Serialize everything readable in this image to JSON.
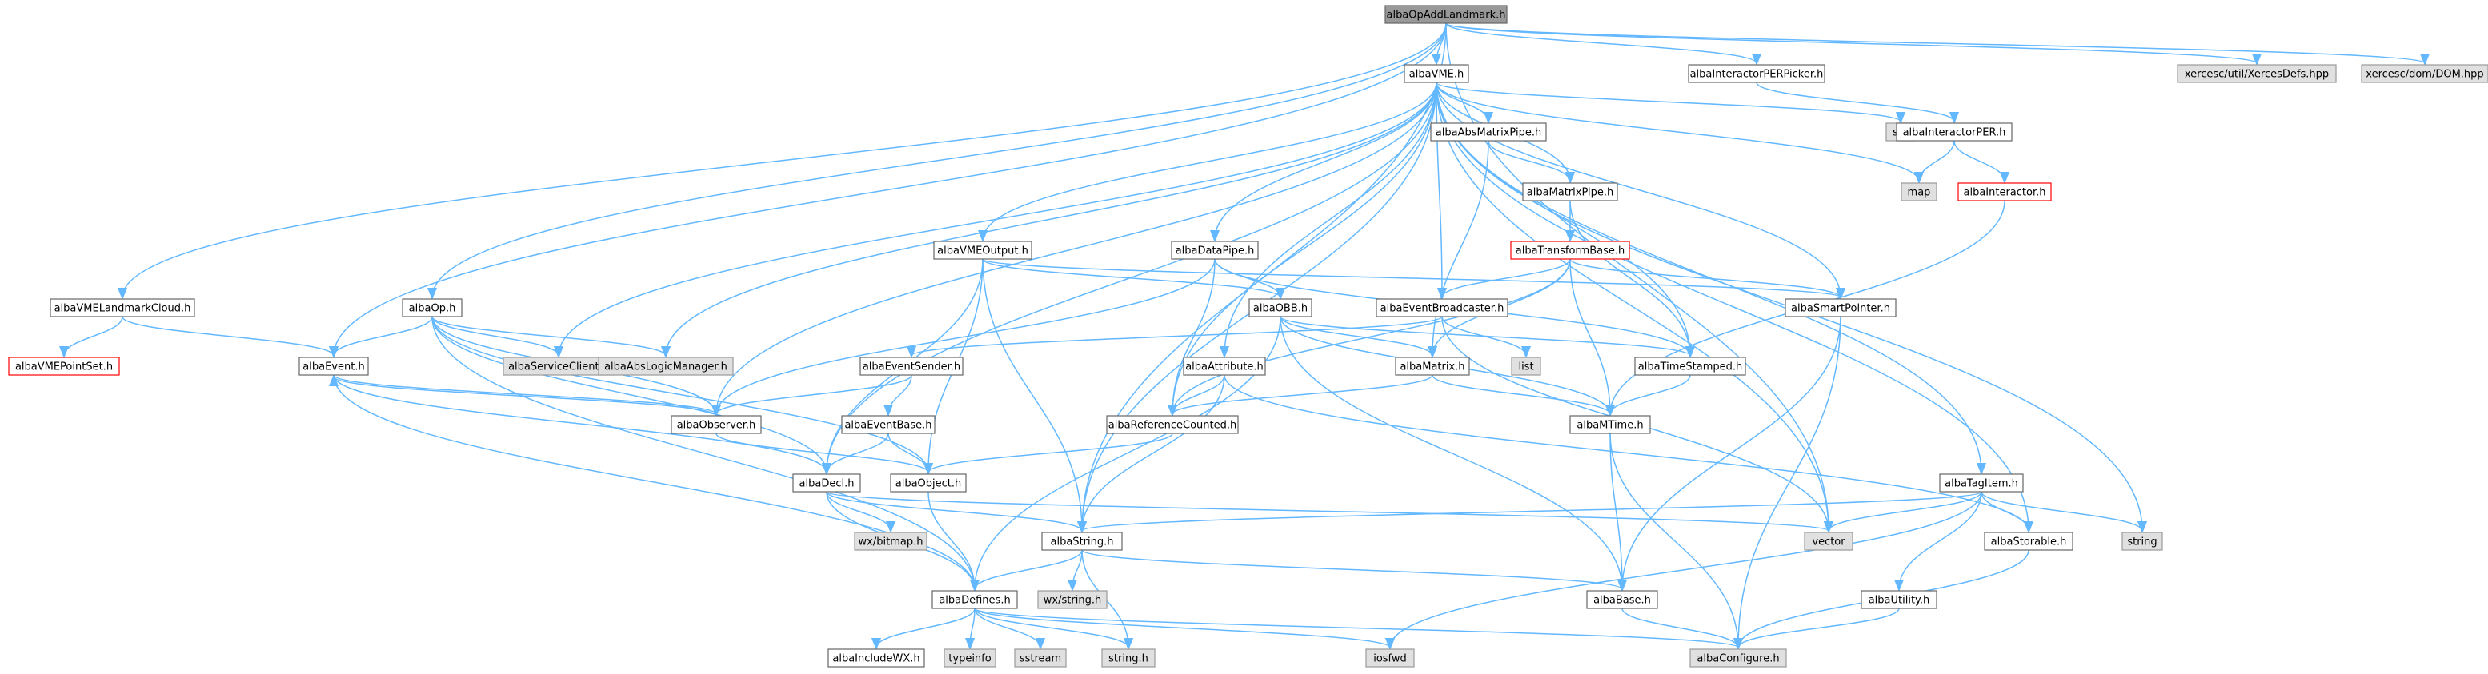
{
  "colors": {
    "edge": "#63b8ff",
    "node_fill": "#ffffff",
    "node_border": "#666666",
    "external_fill": "#e0e0e0",
    "external_border": "#999999",
    "root_fill": "#999999",
    "root_border": "#666666",
    "truncated_border": "#ff0000",
    "text": "#000000"
  },
  "nodes": [
    {
      "id": "albaOpAddLandmark",
      "label": "albaOpAddLandmark.h",
      "kind": "root"
    },
    {
      "id": "albaVME",
      "label": "albaVME.h",
      "kind": "normal"
    },
    {
      "id": "albaInteractorPERPicker",
      "label": "albaInteractorPERPicker.h",
      "kind": "normal"
    },
    {
      "id": "xercesUtil",
      "label": "xercesc/util/XercesDefs.hpp",
      "kind": "external"
    },
    {
      "id": "xercesDom",
      "label": "xercesc/dom/DOM.hpp",
      "kind": "external"
    },
    {
      "id": "albaAbsMatrixPipe",
      "label": "albaAbsMatrixPipe.h",
      "kind": "normal"
    },
    {
      "id": "set",
      "label": "set",
      "kind": "external"
    },
    {
      "id": "albaInteractorPER",
      "label": "albaInteractorPER.h",
      "kind": "normal"
    },
    {
      "id": "map",
      "label": "map",
      "kind": "external"
    },
    {
      "id": "albaInteractor",
      "label": "albaInteractor.h",
      "kind": "truncated"
    },
    {
      "id": "albaMatrixPipe",
      "label": "albaMatrixPipe.h",
      "kind": "normal"
    },
    {
      "id": "albaTransformBase",
      "label": "albaTransformBase.h",
      "kind": "truncated"
    },
    {
      "id": "albaVMEOutput",
      "label": "albaVMEOutput.h",
      "kind": "normal"
    },
    {
      "id": "albaDataPipe",
      "label": "albaDataPipe.h",
      "kind": "normal"
    },
    {
      "id": "albaVMELandmarkCloud",
      "label": "albaVMELandmarkCloud.h",
      "kind": "normal"
    },
    {
      "id": "albaOp",
      "label": "albaOp.h",
      "kind": "normal"
    },
    {
      "id": "albaOBB",
      "label": "albaOBB.h",
      "kind": "normal"
    },
    {
      "id": "albaEventBroadcaster",
      "label": "albaEventBroadcaster.h",
      "kind": "normal"
    },
    {
      "id": "albaSmartPointer",
      "label": "albaSmartPointer.h",
      "kind": "normal"
    },
    {
      "id": "albaVMEPointSet",
      "label": "albaVMEPointSet.h",
      "kind": "truncated"
    },
    {
      "id": "albaEvent",
      "label": "albaEvent.h",
      "kind": "normal"
    },
    {
      "id": "albaServiceClient",
      "label": "albaServiceClient.h",
      "kind": "external"
    },
    {
      "id": "albaAbsLogicManager",
      "label": "albaAbsLogicManager.h",
      "kind": "external"
    },
    {
      "id": "albaEventSender",
      "label": "albaEventSender.h",
      "kind": "normal"
    },
    {
      "id": "albaAttribute",
      "label": "albaAttribute.h",
      "kind": "normal"
    },
    {
      "id": "albaMatrix",
      "label": "albaMatrix.h",
      "kind": "normal"
    },
    {
      "id": "list",
      "label": "list",
      "kind": "external"
    },
    {
      "id": "albaTimeStamped",
      "label": "albaTimeStamped.h",
      "kind": "normal"
    },
    {
      "id": "albaObserver",
      "label": "albaObserver.h",
      "kind": "normal"
    },
    {
      "id": "albaEventBase",
      "label": "albaEventBase.h",
      "kind": "normal"
    },
    {
      "id": "albaReferenceCounted",
      "label": "albaReferenceCounted.h",
      "kind": "normal"
    },
    {
      "id": "albaMTime",
      "label": "albaMTime.h",
      "kind": "normal"
    },
    {
      "id": "albaDecl",
      "label": "albaDecl.h",
      "kind": "normal"
    },
    {
      "id": "albaObject",
      "label": "albaObject.h",
      "kind": "normal"
    },
    {
      "id": "albaTagItem",
      "label": "albaTagItem.h",
      "kind": "normal"
    },
    {
      "id": "wxBitmap",
      "label": "wx/bitmap.h",
      "kind": "external"
    },
    {
      "id": "albaString",
      "label": "albaString.h",
      "kind": "normal"
    },
    {
      "id": "vector",
      "label": "vector",
      "kind": "external"
    },
    {
      "id": "albaStorable",
      "label": "albaStorable.h",
      "kind": "normal"
    },
    {
      "id": "string",
      "label": "string",
      "kind": "external"
    },
    {
      "id": "albaDefines",
      "label": "albaDefines.h",
      "kind": "normal"
    },
    {
      "id": "wxString",
      "label": "wx/string.h",
      "kind": "external"
    },
    {
      "id": "albaBase",
      "label": "albaBase.h",
      "kind": "normal"
    },
    {
      "id": "albaUtility",
      "label": "albaUtility.h",
      "kind": "normal"
    },
    {
      "id": "albaIncludeWX",
      "label": "albaIncludeWX.h",
      "kind": "normal"
    },
    {
      "id": "typeinfo",
      "label": "typeinfo",
      "kind": "external"
    },
    {
      "id": "sstream",
      "label": "sstream",
      "kind": "external"
    },
    {
      "id": "stringH",
      "label": "string.h",
      "kind": "external"
    },
    {
      "id": "iosfwd",
      "label": "iosfwd",
      "kind": "external"
    },
    {
      "id": "albaConfigure",
      "label": "albaConfigure.h",
      "kind": "external"
    }
  ],
  "edges": [
    [
      "albaOpAddLandmark",
      "albaVME"
    ],
    [
      "albaOpAddLandmark",
      "albaInteractorPERPicker"
    ],
    [
      "albaOpAddLandmark",
      "xercesUtil"
    ],
    [
      "albaOpAddLandmark",
      "xercesDom"
    ],
    [
      "albaOpAddLandmark",
      "albaVMELandmarkCloud"
    ],
    [
      "albaOpAddLandmark",
      "albaOp"
    ],
    [
      "albaOpAddLandmark",
      "albaEvent"
    ],
    [
      "albaOpAddLandmark",
      "albaString"
    ],
    [
      "albaOpAddLandmark",
      "vector"
    ],
    [
      "albaInteractorPERPicker",
      "albaInteractorPER"
    ],
    [
      "albaInteractorPER",
      "map"
    ],
    [
      "albaInteractorPER",
      "albaInteractor"
    ],
    [
      "albaInteractor",
      "albaMTime"
    ],
    [
      "albaVME",
      "albaAbsMatrixPipe"
    ],
    [
      "albaVME",
      "set"
    ],
    [
      "albaVME",
      "map"
    ],
    [
      "albaVME",
      "albaMatrixPipe"
    ],
    [
      "albaVME",
      "albaVMEOutput"
    ],
    [
      "albaVME",
      "albaDataPipe"
    ],
    [
      "albaVME",
      "albaEventBroadcaster"
    ],
    [
      "albaVME",
      "albaSmartPointer"
    ],
    [
      "albaVME",
      "albaServiceClient"
    ],
    [
      "albaVME",
      "albaAbsLogicManager"
    ],
    [
      "albaVME",
      "albaAttribute"
    ],
    [
      "albaVME",
      "albaTimeStamped"
    ],
    [
      "albaVME",
      "albaObserver"
    ],
    [
      "albaVME",
      "albaReferenceCounted"
    ],
    [
      "albaVME",
      "albaDecl"
    ],
    [
      "albaVME",
      "albaTagItem"
    ],
    [
      "albaVME",
      "albaString"
    ],
    [
      "albaVME",
      "vector"
    ],
    [
      "albaVME",
      "albaStorable"
    ],
    [
      "albaVME",
      "string"
    ],
    [
      "albaAbsMatrixPipe",
      "albaMatrixPipe"
    ],
    [
      "albaAbsMatrixPipe",
      "albaMatrix"
    ],
    [
      "albaMatrixPipe",
      "albaTransformBase"
    ],
    [
      "albaMatrixPipe",
      "albaTimeStamped"
    ],
    [
      "albaTransformBase",
      "albaEventBroadcaster"
    ],
    [
      "albaTransformBase",
      "albaSmartPointer"
    ],
    [
      "albaTransformBase",
      "albaMatrix"
    ],
    [
      "albaTransformBase",
      "albaMTime"
    ],
    [
      "albaTransformBase",
      "albaReferenceCounted"
    ],
    [
      "albaVMEOutput",
      "albaOBB"
    ],
    [
      "albaVMEOutput",
      "albaSmartPointer"
    ],
    [
      "albaVMEOutput",
      "albaDecl"
    ],
    [
      "albaVMEOutput",
      "albaObject"
    ],
    [
      "albaVMEOutput",
      "albaString"
    ],
    [
      "albaDataPipe",
      "albaOBB"
    ],
    [
      "albaDataPipe",
      "albaTimeStamped"
    ],
    [
      "albaDataPipe",
      "albaReferenceCounted"
    ],
    [
      "albaDataPipe",
      "albaObserver"
    ],
    [
      "albaVMELandmarkCloud",
      "albaVMEPointSet"
    ],
    [
      "albaVMELandmarkCloud",
      "albaEvent"
    ],
    [
      "albaOp",
      "albaEvent"
    ],
    [
      "albaOp",
      "albaServiceClient"
    ],
    [
      "albaOp",
      "albaAbsLogicManager"
    ],
    [
      "albaOp",
      "albaObserver"
    ],
    [
      "albaOp",
      "albaObject"
    ],
    [
      "albaOp",
      "albaDefines"
    ],
    [
      "albaOp",
      "albaDecl"
    ],
    [
      "albaOBB",
      "albaMatrix"
    ],
    [
      "albaOBB",
      "albaTimeStamped"
    ],
    [
      "albaOBB",
      "albaMTime"
    ],
    [
      "albaOBB",
      "albaBase"
    ],
    [
      "albaOBB",
      "albaDefines"
    ],
    [
      "albaEventBroadcaster",
      "albaEventSender"
    ],
    [
      "albaEventBroadcaster",
      "list"
    ],
    [
      "albaEventBroadcaster",
      "vector"
    ],
    [
      "albaSmartPointer",
      "albaBase"
    ],
    [
      "albaSmartPointer",
      "albaConfigure"
    ],
    [
      "albaEvent",
      "albaObserver"
    ],
    [
      "albaEvent",
      "albaDecl"
    ],
    [
      "albaEvent",
      "albaDefines"
    ],
    [
      "albaEventSender",
      "albaObserver"
    ],
    [
      "albaEventSender",
      "albaEventBase"
    ],
    [
      "albaAttribute",
      "albaReferenceCounted"
    ],
    [
      "albaAttribute",
      "albaString"
    ],
    [
      "albaAttribute",
      "albaStorable"
    ],
    [
      "albaMatrix",
      "albaMTime"
    ],
    [
      "albaMatrix",
      "albaReferenceCounted"
    ],
    [
      "albaTimeStamped",
      "albaMTime"
    ],
    [
      "albaObserver",
      "albaEvent"
    ],
    [
      "albaObserver",
      "albaObject"
    ],
    [
      "albaEventBase",
      "albaObject"
    ],
    [
      "albaEventBase",
      "albaDecl"
    ],
    [
      "albaReferenceCounted",
      "albaObject"
    ],
    [
      "albaMTime",
      "albaBase"
    ],
    [
      "albaMTime",
      "albaConfigure"
    ],
    [
      "albaDecl",
      "wxBitmap"
    ],
    [
      "albaDecl",
      "albaString"
    ],
    [
      "albaDecl",
      "vector"
    ],
    [
      "albaDecl",
      "albaDefines"
    ],
    [
      "albaObject",
      "albaDefines"
    ],
    [
      "albaTagItem",
      "albaString"
    ],
    [
      "albaTagItem",
      "vector"
    ],
    [
      "albaTagItem",
      "albaStorable"
    ],
    [
      "albaTagItem",
      "string"
    ],
    [
      "albaTagItem",
      "albaUtility"
    ],
    [
      "albaTagItem",
      "iosfwd"
    ],
    [
      "albaString",
      "wxString"
    ],
    [
      "albaString",
      "albaBase"
    ],
    [
      "albaString",
      "stringH"
    ],
    [
      "albaString",
      "albaDefines"
    ],
    [
      "albaStorable",
      "albaConfigure"
    ],
    [
      "albaDefines",
      "albaIncludeWX"
    ],
    [
      "albaDefines",
      "typeinfo"
    ],
    [
      "albaDefines",
      "sstream"
    ],
    [
      "albaDefines",
      "stringH"
    ],
    [
      "albaDefines",
      "iosfwd"
    ],
    [
      "albaDefines",
      "albaConfigure"
    ],
    [
      "albaBase",
      "albaConfigure"
    ],
    [
      "albaUtility",
      "albaConfigure"
    ]
  ]
}
